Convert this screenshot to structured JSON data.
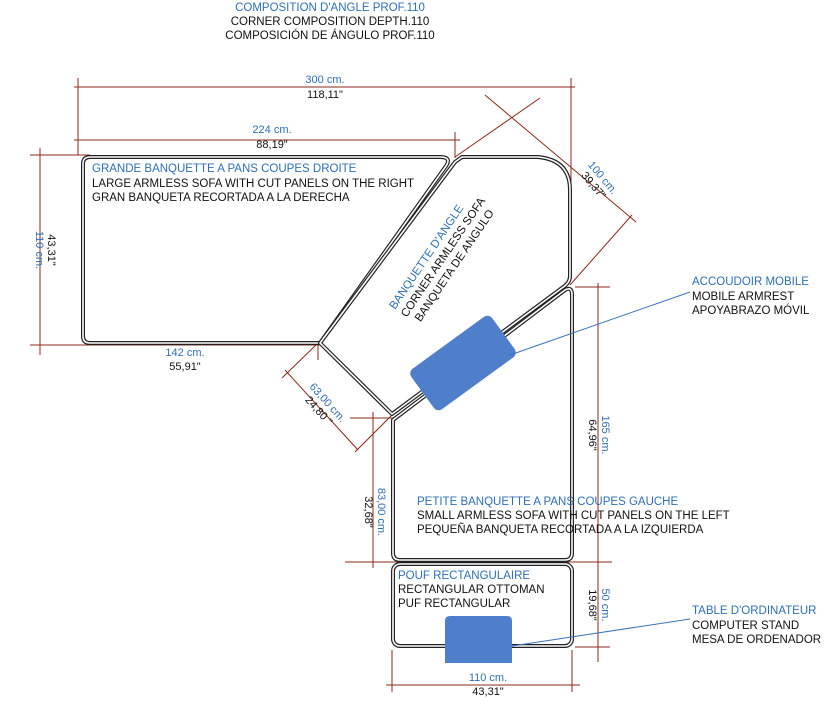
{
  "title": [
    "COMPOSITION D'ANGLE PROF.110",
    "CORNER COMPOSITION DEPTH.110",
    "COMPOSICIÓN DE ÁNGULO PROF.110"
  ],
  "pieces": {
    "large_sofa": [
      "GRANDE BANQUETTE A PANS COUPES DROITE",
      "LARGE ARMLESS SOFA WITH CUT PANELS ON THE RIGHT",
      "GRAN BANQUETA RECORTADA A LA DERECHA"
    ],
    "corner_sofa": [
      "BANQUETTE D'ANGLE",
      "CORNER ARMLESS SOFA",
      "BANQUETA  DE ANGULO"
    ],
    "small_sofa": [
      "PETITE BANQUETTE A PANS COUPES GAUCHE",
      "SMALL ARMLESS SOFA WITH CUT PANELS ON THE LEFT",
      "PEQUEÑA BANQUETA RECORTADA A LA IZQUIERDA"
    ],
    "ottoman": [
      "POUF RECTANGULAIRE",
      "RECTANGULAR OTTOMAN",
      "PUF RECTANGULAR"
    ]
  },
  "callouts": {
    "armrest": [
      "ACCOUDOIR MOBILE",
      "MOBILE ARMREST",
      "APOYABRAZO MÓVIL"
    ],
    "computer_stand": [
      "TABLE D'ORDINATEUR",
      "COMPUTER STAND",
      "MESA DE ORDENADOR"
    ]
  },
  "dimensions": {
    "total_width": {
      "cm": "300 cm.",
      "in": "118,11\""
    },
    "large_top": {
      "cm": "224 cm.",
      "in": "88,19\""
    },
    "large_bottom": {
      "cm": "142 cm.",
      "in": "55,91\""
    },
    "depth_left": {
      "cm": "110 cm.",
      "in": "43,31\""
    },
    "corner_diag": {
      "cm": "100 cm.",
      "in": "39,37\""
    },
    "corner_cut": {
      "cm": "63,00 cm.",
      "in": "24,80 \""
    },
    "right_height": {
      "cm": "165 cm.",
      "in": "64,96\""
    },
    "small_left": {
      "cm": "83,00 cm.",
      "in": "32,68\""
    },
    "ottoman_depth": {
      "cm": "50 cm.",
      "in": "19,68\""
    },
    "bottom_width": {
      "cm": "110 cm.",
      "in": "43,31\""
    }
  },
  "colors": {
    "accent": "#2f6fb3",
    "accessory": "#4f7fcb",
    "dimension": "#8b2a1a"
  }
}
